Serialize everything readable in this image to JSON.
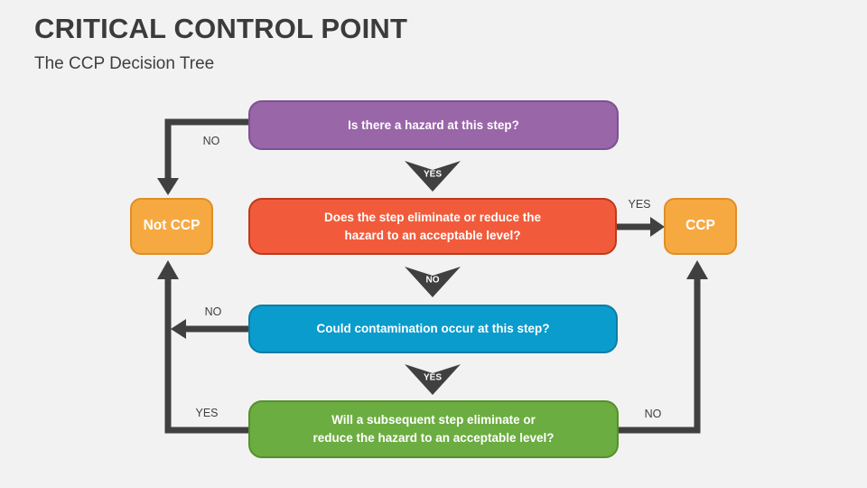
{
  "slide": {
    "title": "CRITICAL CONTROL POINT",
    "subtitle": "The CCP Decision Tree"
  },
  "colors": {
    "background": "#F2F2F2",
    "title_text": "#3B3B3B",
    "arrow": "#404040",
    "node_text": "#FFFFFF",
    "purple_fill": "#9966A8",
    "purple_border": "#7C5194",
    "red_fill": "#F15B3B",
    "red_border": "#BE3A1B",
    "blue_fill": "#0A9CCD",
    "blue_border": "#0C7EA4",
    "green_fill": "#6BAD40",
    "green_border": "#55902B",
    "orange_fill": "#F7A941",
    "orange_border": "#E08D26"
  },
  "nodes": {
    "q1": {
      "label": "Is there a hazard at this step?"
    },
    "q2": {
      "line1": "Does the step eliminate or reduce the",
      "line2": "hazard to an acceptable level?"
    },
    "q3": {
      "label": "Could contamination occur at this step?"
    },
    "q4": {
      "line1": "Will a subsequent step eliminate or",
      "line2": "reduce the hazard to an acceptable level?"
    },
    "not_ccp": {
      "label": "Not CCP"
    },
    "ccp": {
      "label": "CCP"
    }
  },
  "edge_labels": {
    "q1_to_not_ccp": "NO",
    "q1_to_q2": "YES",
    "q2_to_ccp": "YES",
    "q2_to_q3": "NO",
    "q3_to_not_ccp": "NO",
    "q3_to_q4": "YES",
    "q4_to_not_ccp": "YES",
    "q4_to_ccp": "NO"
  }
}
